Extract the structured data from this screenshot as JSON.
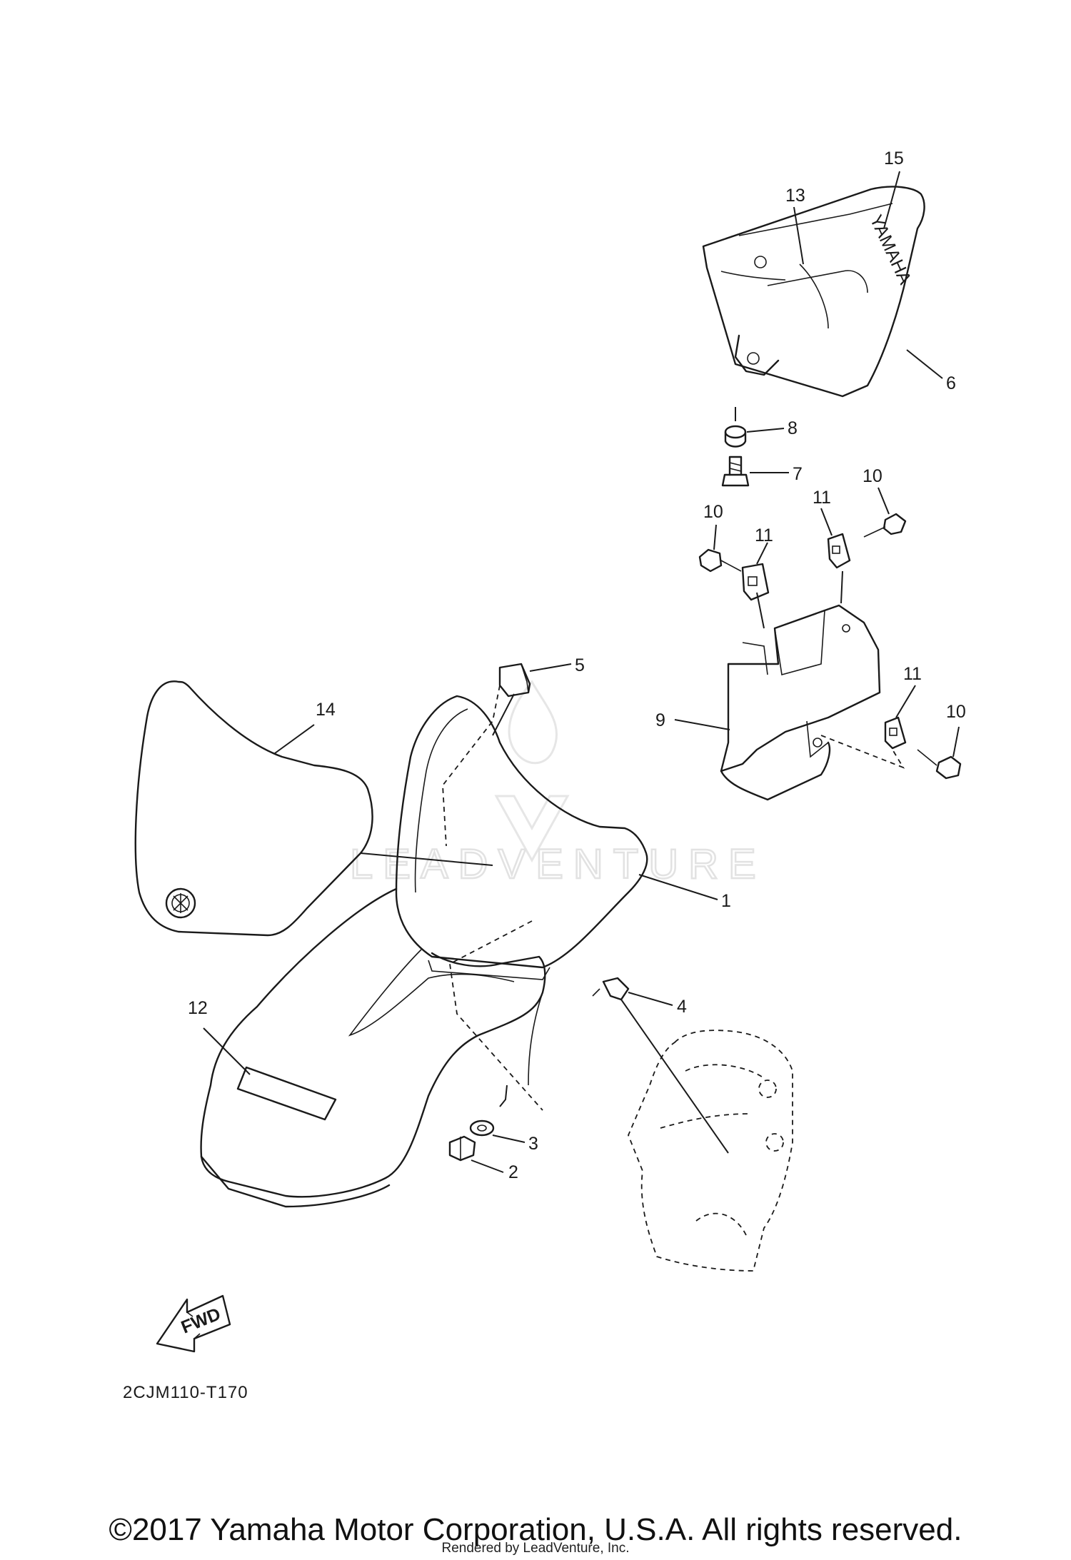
{
  "diagram": {
    "callouts": [
      {
        "id": "c1",
        "text": "1"
      },
      {
        "id": "c2",
        "text": "2"
      },
      {
        "id": "c3",
        "text": "3"
      },
      {
        "id": "c4",
        "text": "4"
      },
      {
        "id": "c5",
        "text": "5"
      },
      {
        "id": "c6",
        "text": "6"
      },
      {
        "id": "c7",
        "text": "7"
      },
      {
        "id": "c8",
        "text": "8"
      },
      {
        "id": "c9",
        "text": "9"
      },
      {
        "id": "c10a",
        "text": "10"
      },
      {
        "id": "c10b",
        "text": "10"
      },
      {
        "id": "c10c",
        "text": "10"
      },
      {
        "id": "c11a",
        "text": "11"
      },
      {
        "id": "c11b",
        "text": "11"
      },
      {
        "id": "c11c",
        "text": "11"
      },
      {
        "id": "c12",
        "text": "12"
      },
      {
        "id": "c13",
        "text": "13"
      },
      {
        "id": "c14",
        "text": "14"
      },
      {
        "id": "c15",
        "text": "15"
      }
    ],
    "seat_brand": "YAMAHA",
    "fwd_label": "FWD",
    "diagram_code": "2CJM110-T170",
    "watermark": "LEADVENTURE"
  },
  "footer": {
    "copyright": "©2017 Yamaha Motor Corporation, U.S.A. All rights reserved.",
    "rendered_by": "Rendered by LeadVenture, Inc."
  }
}
